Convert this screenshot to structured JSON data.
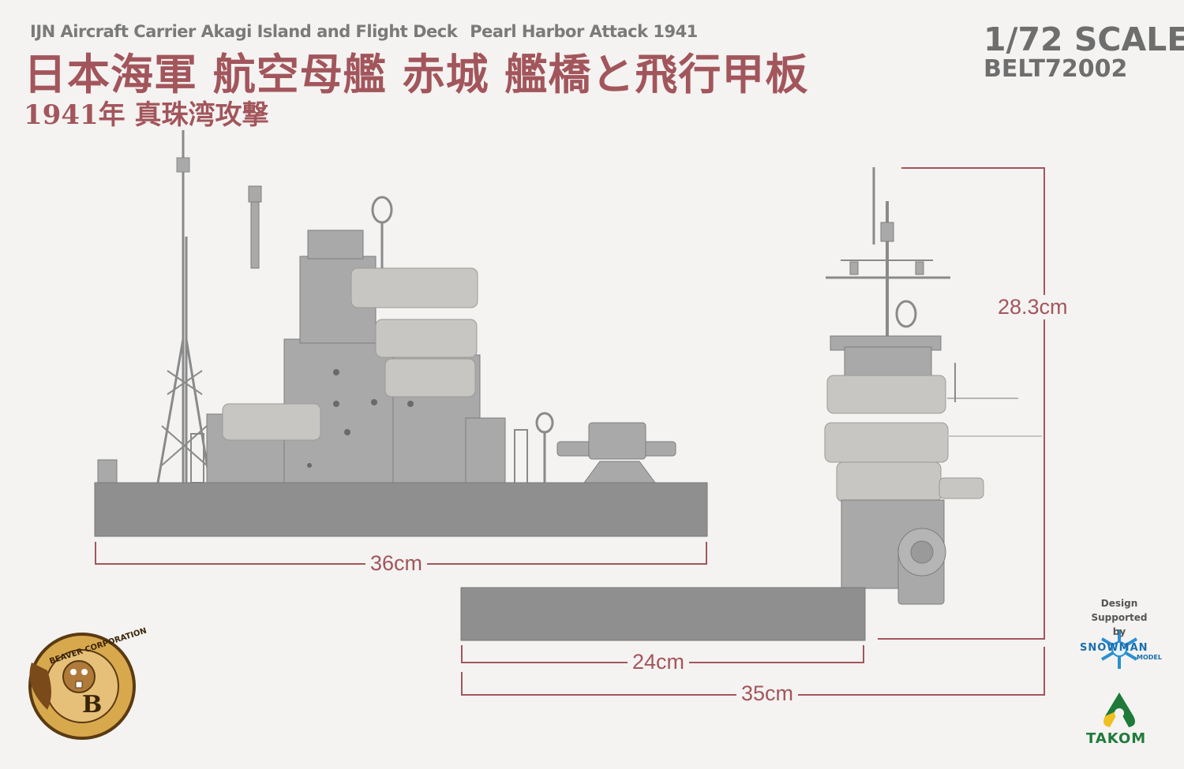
{
  "header": {
    "en_title": "IJN Aircraft Carrier Akagi Island and Flight Deck",
    "en_subtitle": "Pearl Harbor Attack 1941",
    "jp_title": "日本海軍  航空母艦  赤城  艦橋と飛行甲板",
    "jp_subtitle": "1941年  真珠湾攻撃",
    "scale": "1/72 SCALE",
    "product_code": "BELT72002"
  },
  "dimensions": {
    "side_length": "36cm",
    "height": "28.3cm",
    "deck_width": "24cm",
    "total_width": "35cm"
  },
  "brands": {
    "beaver_logo_text": "BEAVER CORPORATION",
    "beaver_letter": "B",
    "design_supported": "Design Supported",
    "by": "by",
    "snowman_text": "SNOWMAN",
    "snowman_sub": "MODEL",
    "takom": "TAKOM"
  },
  "colors": {
    "accent": "#a2565c",
    "model_gray": "#a9a9a9",
    "deck_gray": "#8f8f8f",
    "text_gray": "#6e6e6e",
    "takom_green": "#1f7a3a",
    "snowman_blue": "#2a8fd0"
  }
}
